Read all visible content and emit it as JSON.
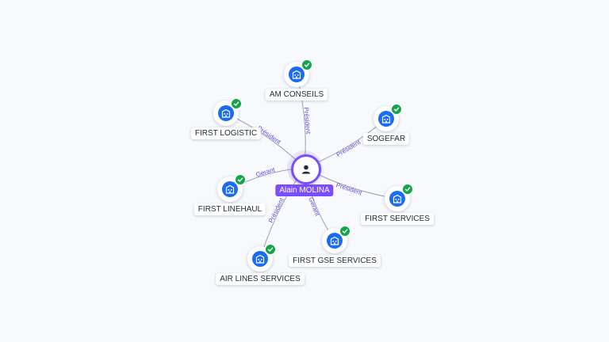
{
  "center": {
    "name": "Alain MOLINA",
    "icon": "person-icon"
  },
  "colors": {
    "accent": "#7c4dff",
    "company": "#1a6cf0",
    "verified": "#17a34a",
    "edge": "#9aa3b2"
  },
  "companies": [
    {
      "name": "AM CONSEILS",
      "relation": "Président",
      "icon": "company-icon"
    },
    {
      "name": "SOGEFAR",
      "relation": "Président",
      "icon": "company-icon"
    },
    {
      "name": "FIRST SERVICES",
      "relation": "Président",
      "icon": "company-icon"
    },
    {
      "name": "FIRST GSE SERVICES",
      "relation": "Gerant",
      "icon": "company-icon"
    },
    {
      "name": "AIR LINES SERVICES",
      "relation": "Président",
      "icon": "company-icon"
    },
    {
      "name": "FIRST LINEHAUL",
      "relation": "Gerant",
      "icon": "company-icon"
    },
    {
      "name": "FIRST LOGISTIC",
      "relation": "Président",
      "icon": "company-icon"
    }
  ]
}
